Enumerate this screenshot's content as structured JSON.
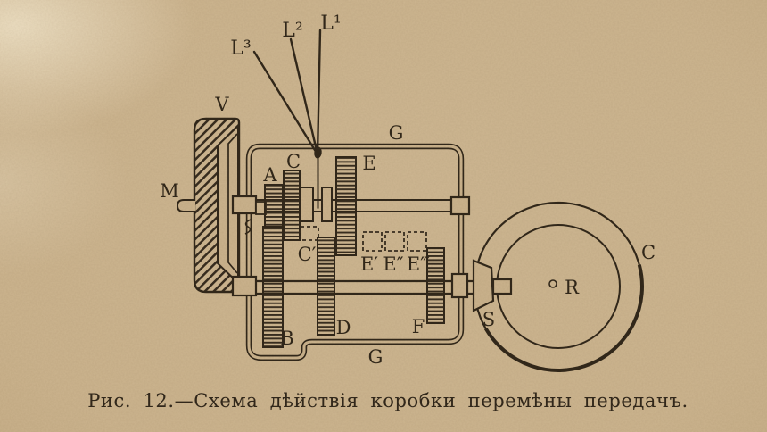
{
  "page": {
    "caption": "Рис. 12.—Схема дѣйствія коробки перемѣны передачъ.",
    "colors": {
      "paper": "#cbb38d",
      "ink": "#32281a"
    },
    "labels": {
      "v": "V",
      "m": "M",
      "l1": "L¹",
      "l2": "L²",
      "l3": "L³",
      "g_top": "G",
      "g_bottom": "G",
      "a": "A",
      "b": "B",
      "c": "C",
      "c_prime": "C′",
      "d": "D",
      "e": "E",
      "e_prime": "E′",
      "e_double_prime": "E″",
      "e_triple_prime": "E‴",
      "f": "F",
      "s": "S",
      "r": "R",
      "c_wheel": "C"
    }
  }
}
